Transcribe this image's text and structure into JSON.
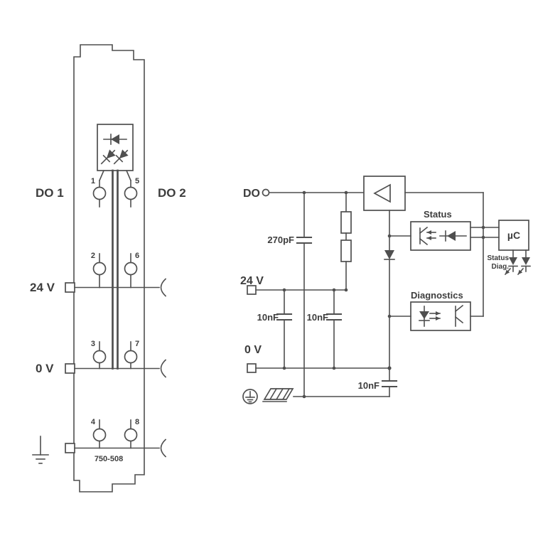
{
  "module": {
    "label_do1": "DO 1",
    "label_do2": "DO 2",
    "label_24v": "24 V",
    "label_0v": "0 V",
    "part_number": "750-508",
    "terminals": [
      "1",
      "2",
      "3",
      "4",
      "5",
      "6",
      "7",
      "8"
    ]
  },
  "schematic": {
    "terminal_do": "DO",
    "terminal_24v": "24 V",
    "terminal_0v": "0 V",
    "cap_field": "270pF",
    "cap_24v_a": "10nF",
    "cap_24v_b": "10nF",
    "cap_earth": "10nF",
    "status_label": "Status",
    "diagnostics_label": "Diagnostics",
    "uc_label": "µC",
    "led_status_label": "Status",
    "led_diag_label": "Diag."
  },
  "colors": {
    "line": "#4f4f4f",
    "text": "#3d3d3d",
    "background": "#ffffff"
  }
}
